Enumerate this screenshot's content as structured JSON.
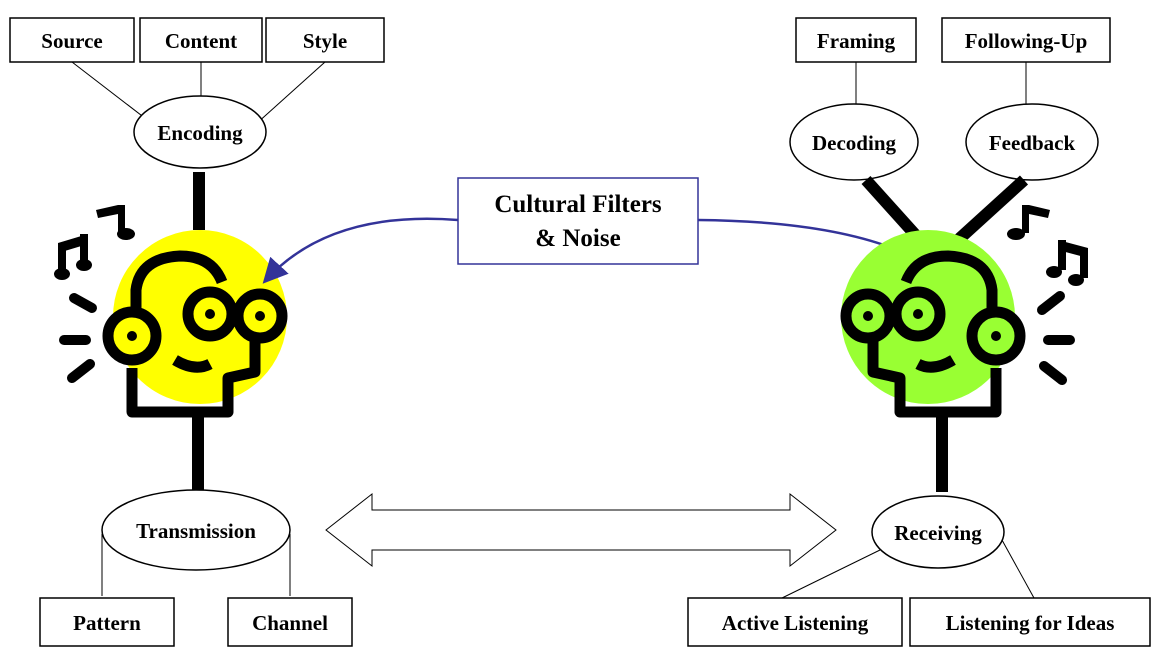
{
  "sender": {
    "encoding_inputs": [
      "Source",
      "Content",
      "Style"
    ],
    "encoding": "Encoding",
    "transmission": "Transmission",
    "transmission_outputs": [
      "Pattern",
      "Channel"
    ],
    "face_color": "#ffff00"
  },
  "receiver": {
    "decoding_input": "Framing",
    "feedback_input": "Following-Up",
    "decoding": "Decoding",
    "feedback": "Feedback",
    "receiving": "Receiving",
    "receiving_outputs": [
      "Active Listening",
      "Listening for Ideas"
    ],
    "face_color": "#99ff33"
  },
  "filters": {
    "line1": "Cultural Filters",
    "line2": "& Noise",
    "arrow_color": "#333399"
  }
}
